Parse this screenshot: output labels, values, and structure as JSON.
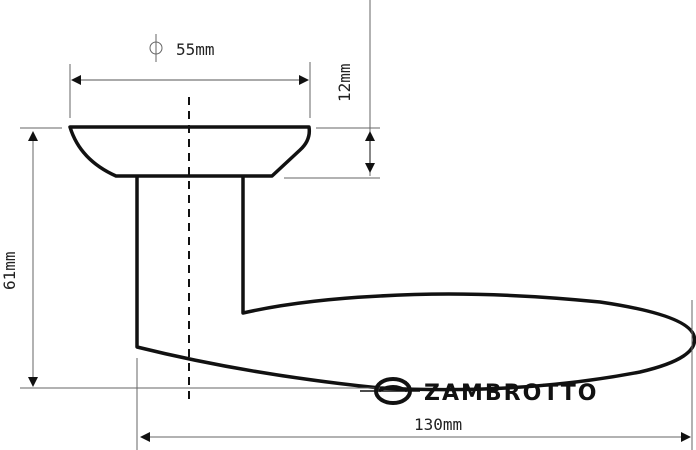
{
  "dimensions": {
    "rose_diameter": "55mm",
    "rose_height": "12mm",
    "total_height": "61mm",
    "lever_length": "130mm"
  },
  "diameter_symbol": "⌀",
  "brand": {
    "name": "ZAMBROTTO",
    "color": "#111111"
  }
}
